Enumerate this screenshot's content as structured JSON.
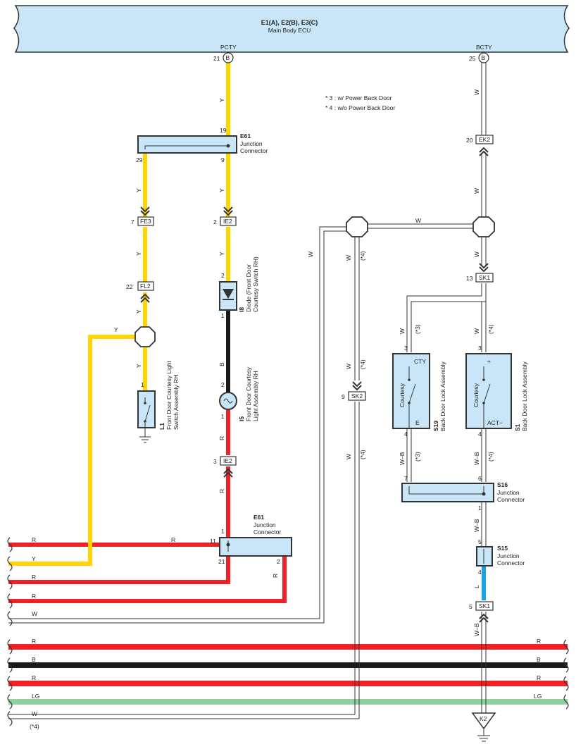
{
  "ecu": {
    "title": "E1(A), E2(B), E3(C)",
    "subtitle": "Main Body ECU"
  },
  "terminals": {
    "pcty": {
      "name": "PCTY",
      "pin": "21",
      "conn": "B"
    },
    "bcty": {
      "name": "BCTY",
      "pin": "25",
      "conn": "B"
    }
  },
  "notes": [
    "* 3 : w/ Power Back Door",
    "* 4 : w/o Power Back Door"
  ],
  "colors": {
    "Y": "#ffd400",
    "R": "#ee2124",
    "B": "#1a1a1a",
    "LG": "#8fd0a0",
    "L": "#1da1e6",
    "component_fill": "#c8e6f8",
    "outline": "#333333"
  },
  "connectors": {
    "fe3": {
      "id": "FE3",
      "pin": "7"
    },
    "fl2": {
      "id": "FL2",
      "pin": "22"
    },
    "ie2a": {
      "id": "IE2",
      "pin": "2"
    },
    "ie2b": {
      "id": "IE2",
      "pin": "3"
    },
    "ek2": {
      "id": "EK2",
      "pin": "20"
    },
    "sk1a": {
      "id": "SK1",
      "pin": "13"
    },
    "sk2": {
      "id": "SK2",
      "pin": "9"
    },
    "sk1b": {
      "id": "SK1",
      "pin": "5"
    },
    "k2": {
      "id": "K2"
    }
  },
  "junctions": {
    "e61_top": {
      "id": "E61",
      "desc1": "Junction",
      "desc2": "Connector",
      "pins": [
        "19",
        "29",
        "9"
      ]
    },
    "e61_bot": {
      "id": "E61",
      "desc1": "Junction",
      "desc2": "Connector",
      "pins": [
        "1",
        "11",
        "21",
        "2"
      ]
    },
    "s16": {
      "id": "S16",
      "desc1": "Junction",
      "desc2": "Connector",
      "pins": [
        "7",
        "6",
        "1"
      ]
    },
    "s15": {
      "id": "S15",
      "desc1": "Junction",
      "desc2": "Connector",
      "pins": [
        "5",
        "4"
      ]
    }
  },
  "components": {
    "l1": {
      "id": "L1",
      "name1": "Front Door Courtesy Light",
      "name2": "Switch Assembly RH",
      "pin": "1"
    },
    "i8": {
      "id": "I8",
      "name1": "Diode (Front Door",
      "name2": "Courtesy Switch RH)",
      "pins": [
        "2",
        "1"
      ]
    },
    "i5": {
      "id": "I5",
      "name1": "Front Door Courtesy",
      "name2": "Light Assembly RH",
      "pins": [
        "2",
        "1"
      ]
    },
    "s19": {
      "id": "S19",
      "name1": "Back Door Lock Assembly",
      "inner": "Courtesy",
      "term_top": "CTY",
      "term_bot": "E",
      "pins": [
        "3",
        "4"
      ]
    },
    "s1": {
      "id": "S1",
      "name1": "Back Door Lock Assembly",
      "inner": "Courtesy",
      "term_top": "+",
      "term_bot": "ACT−",
      "pins": [
        "3",
        "4"
      ]
    }
  },
  "wire_labels": {
    "y": "Y",
    "w": "W",
    "b": "B",
    "r": "R",
    "lg": "LG",
    "l": "L",
    "wb": "W–B",
    "n3": "(*3)",
    "n4": "(*4)"
  }
}
